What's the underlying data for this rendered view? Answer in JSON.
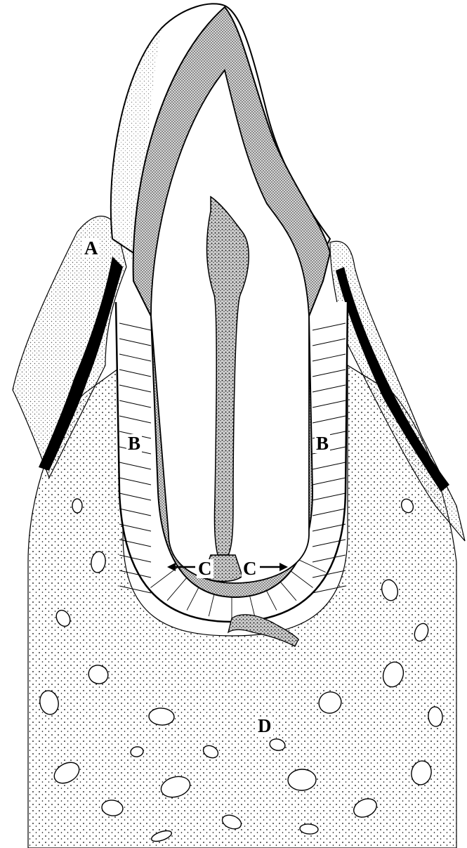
{
  "diagram": {
    "labels": {
      "a": "A",
      "b_left": "B",
      "b_right": "B",
      "c_left": "C",
      "c_right": "C",
      "d": "D"
    },
    "arrows": {
      "c_left": "left",
      "c_right": "right"
    },
    "colors": {
      "ink": "#000000",
      "paper": "#ffffff",
      "dentin_fill": "#bdbdbd",
      "gum_fill": "#f4f4f4",
      "bone_fill": "#fafafa"
    }
  }
}
